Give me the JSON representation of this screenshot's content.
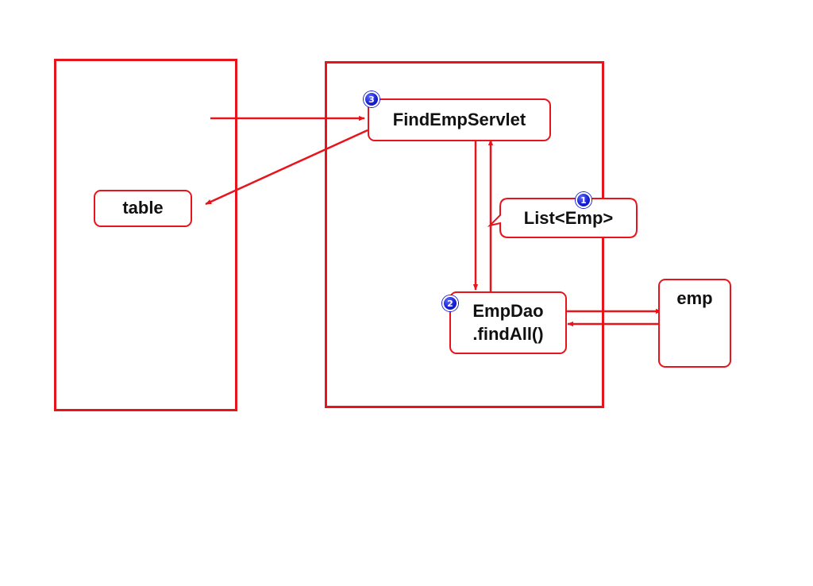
{
  "diagram": {
    "nodes": {
      "table": "table",
      "servlet": "FindEmpServlet",
      "dao_line1": "EmpDao",
      "dao_line2": ".findAll()",
      "list": "List<Emp>",
      "emp": "emp"
    },
    "badges": {
      "servlet": "3",
      "list": "1",
      "dao": "2"
    },
    "colors": {
      "frame": "#e8141b",
      "badge": "#1a1fd6"
    }
  }
}
